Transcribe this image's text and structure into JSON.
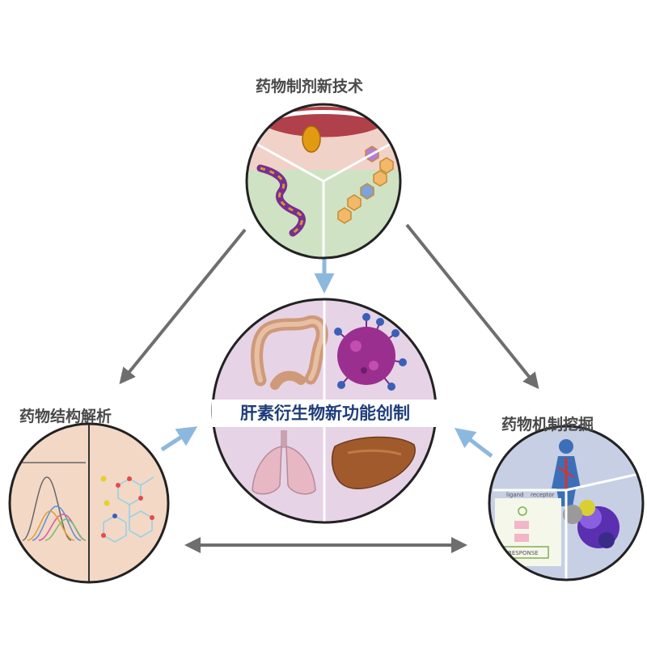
{
  "center": {
    "title": "肝素衍生物新功能创制"
  },
  "nodes": {
    "top": {
      "label": "药物制剂新技术"
    },
    "left": {
      "label": "药物结构解析"
    },
    "right": {
      "label": "药物机制挖掘"
    }
  },
  "mechanism_sketch": {
    "ligand": "ligand",
    "receptor": "receptor",
    "response": "RESPONSE"
  },
  "colors": {
    "arrow_gray": "#6e6e6e",
    "arrow_blue": "#8db8de",
    "center_bg": "#e6d3e6",
    "title_blue": "#1f3d7a"
  }
}
